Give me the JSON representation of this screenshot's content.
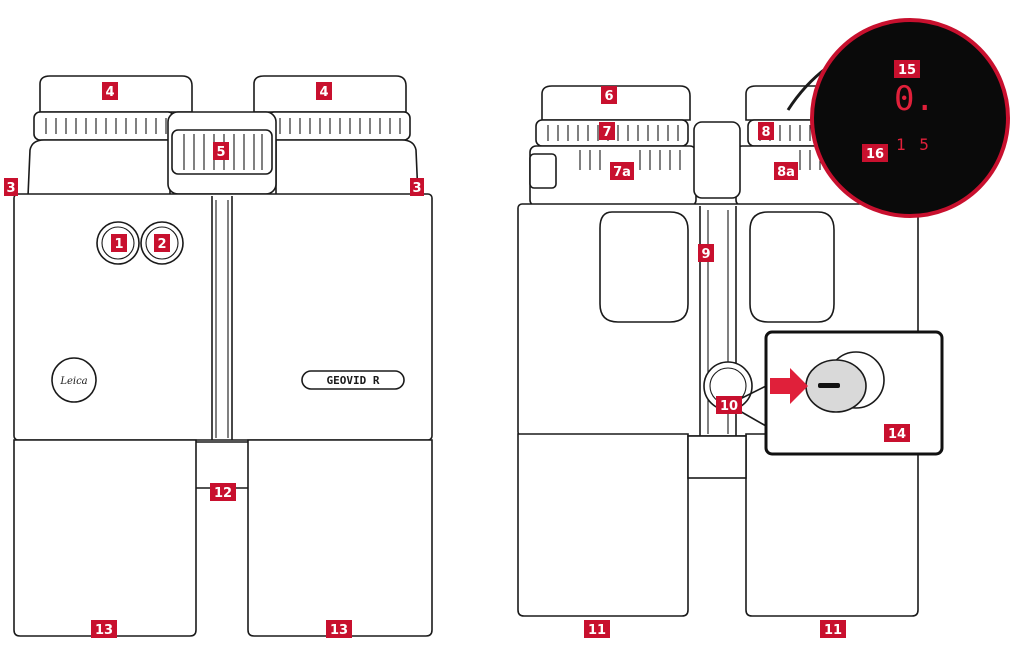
{
  "brand_logo": "Leica",
  "model_plate": "GEOVID R",
  "front_view": {
    "callouts": {
      "c1": "1",
      "c2": "2",
      "c3_left": "3",
      "c3_right": "3",
      "c4_left": "4",
      "c4_right": "4",
      "c5": "5",
      "c12": "12",
      "c13_left": "13",
      "c13_right": "13"
    }
  },
  "rear_view": {
    "callouts": {
      "c6": "6",
      "c7": "7",
      "c7a": "7a",
      "c8": "8",
      "c8a": "8a",
      "c9": "9",
      "c10": "10",
      "c11_left": "11",
      "c11_right": "11",
      "c14": "14",
      "c15": "15",
      "c16": "16"
    },
    "display": {
      "distance_digit": "0.",
      "battery_value": "1 5"
    }
  },
  "colors": {
    "callout": "#c8102e",
    "display_bg": "#0a0a0a",
    "display_text": "#e0203a"
  }
}
